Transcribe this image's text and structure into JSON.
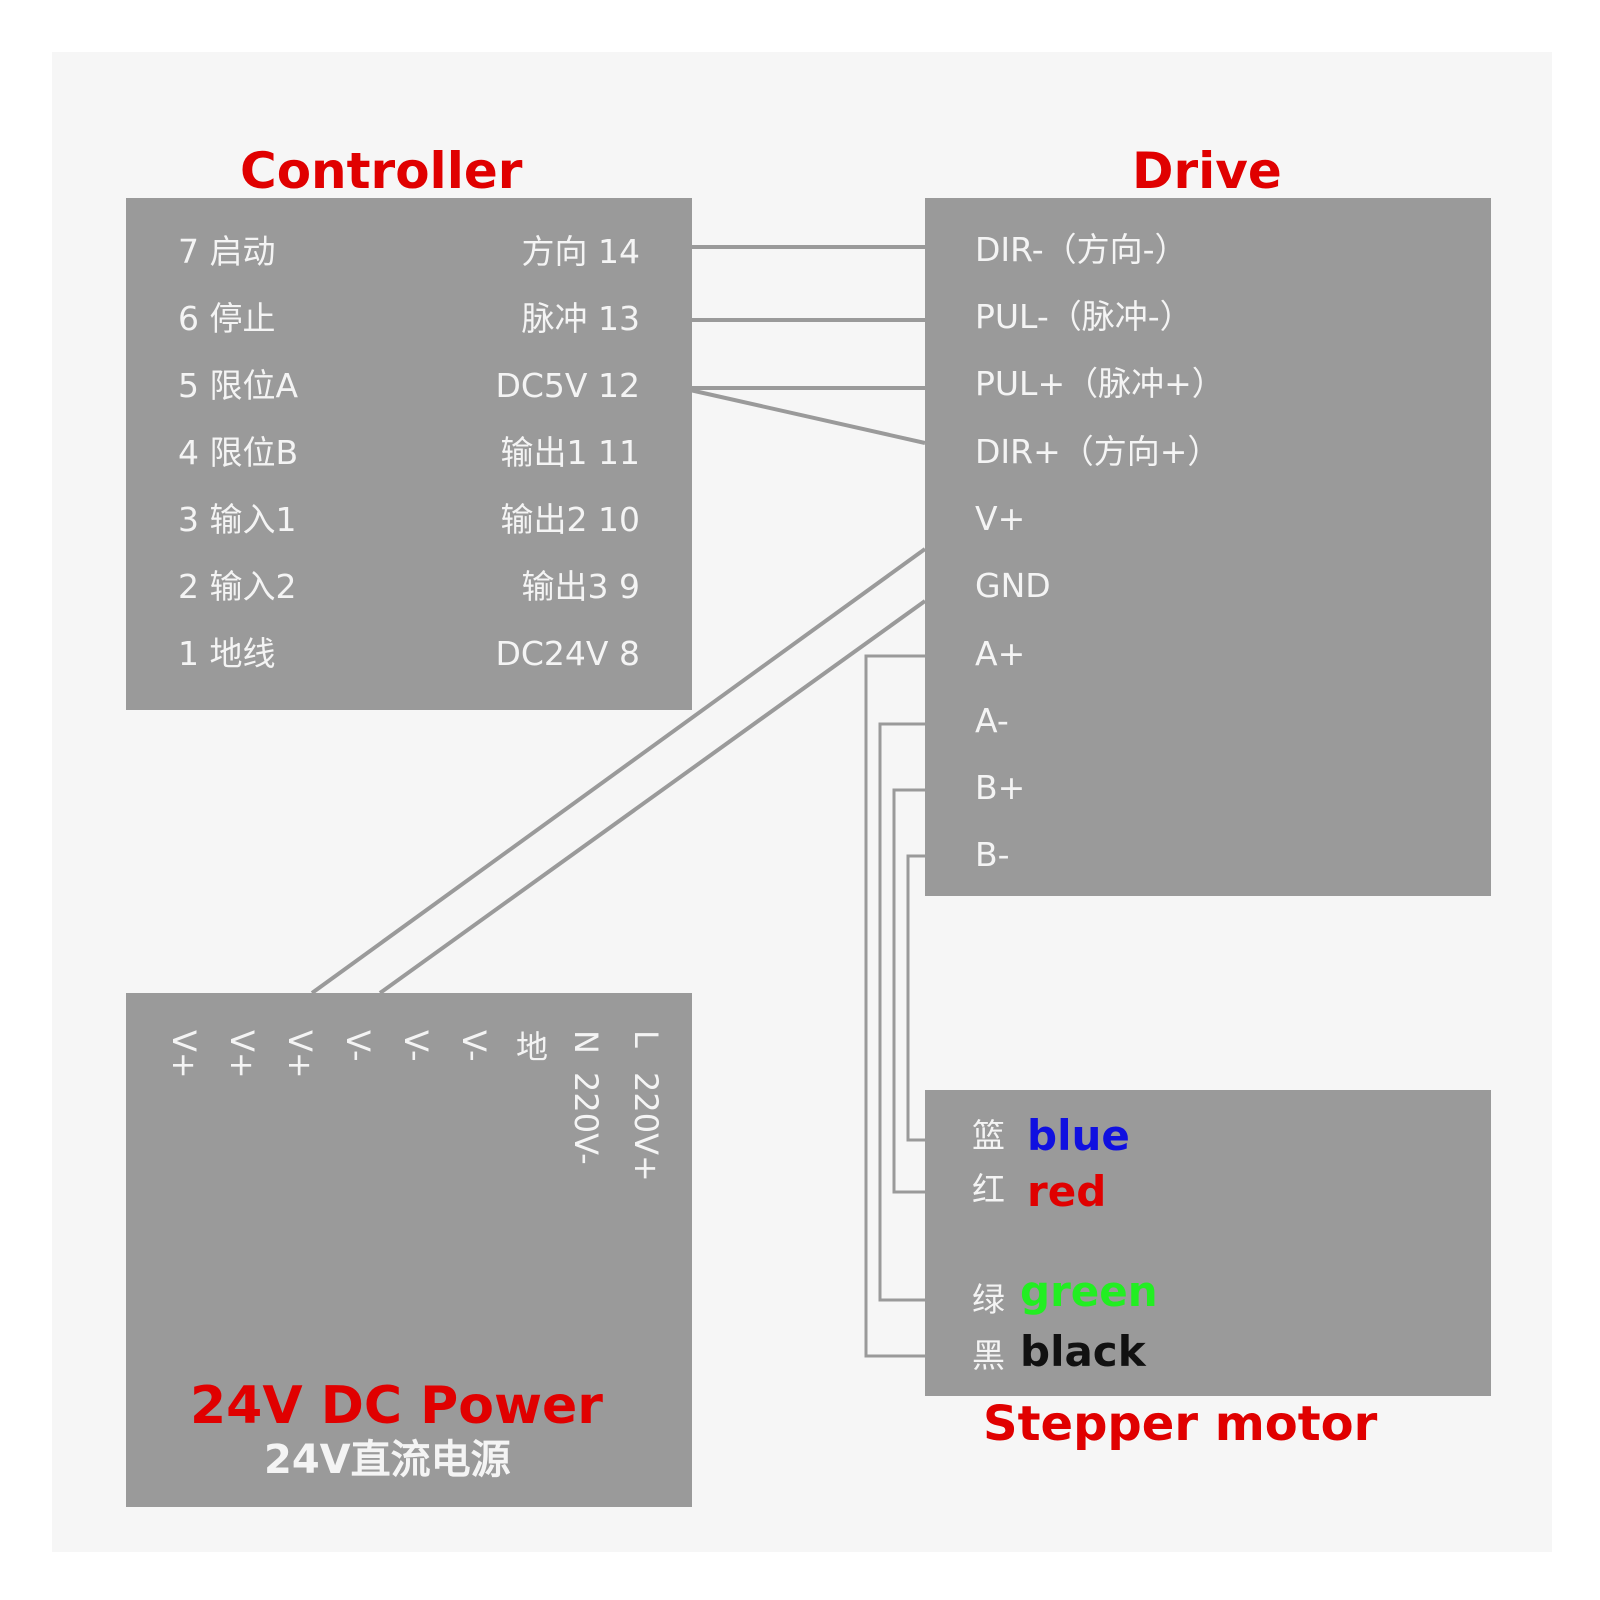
{
  "controller": {
    "title": "Controller",
    "left_pins": [
      "7 启动",
      "6 停止",
      "5 限位A",
      "4 限位B",
      "3 输入1",
      "2 输入2",
      "1 地线"
    ],
    "right_pins": [
      "方向 14",
      "脉冲 13",
      "DC5V 12",
      "输出1 11",
      "输出2 10",
      "输出3 9",
      "DC24V 8"
    ]
  },
  "drive": {
    "title": "Drive",
    "pins": [
      "DIR-（方向-）",
      "PUL-（脉冲-）",
      "PUL+（脉冲+）",
      "DIR+（方向+）",
      "V+",
      "GND",
      "A+",
      "A-",
      "B+",
      "B-"
    ]
  },
  "power": {
    "terminals": [
      {
        "line1": "V+",
        "line2": ""
      },
      {
        "line1": "V+",
        "line2": ""
      },
      {
        "line1": "V+",
        "line2": ""
      },
      {
        "line1": "V-",
        "line2": ""
      },
      {
        "line1": "V-",
        "line2": ""
      },
      {
        "line1": "V-",
        "line2": ""
      },
      {
        "line1": "地",
        "line2": ""
      },
      {
        "line1": "N",
        "line2": "220V-"
      },
      {
        "line1": "L",
        "line2": "220V+"
      }
    ],
    "title_en": "24V DC Power",
    "title_cn": "24V直流电源"
  },
  "motor": {
    "title": "Stepper motor",
    "wires": [
      {
        "cn": "篮",
        "en": "blue",
        "color": "#1010e0"
      },
      {
        "cn": "红",
        "en": "red",
        "color": "#e00000"
      },
      {
        "cn": "绿",
        "en": "green",
        "color": "#22ee22"
      },
      {
        "cn": "黑",
        "en": "black",
        "color": "#111111"
      }
    ]
  }
}
